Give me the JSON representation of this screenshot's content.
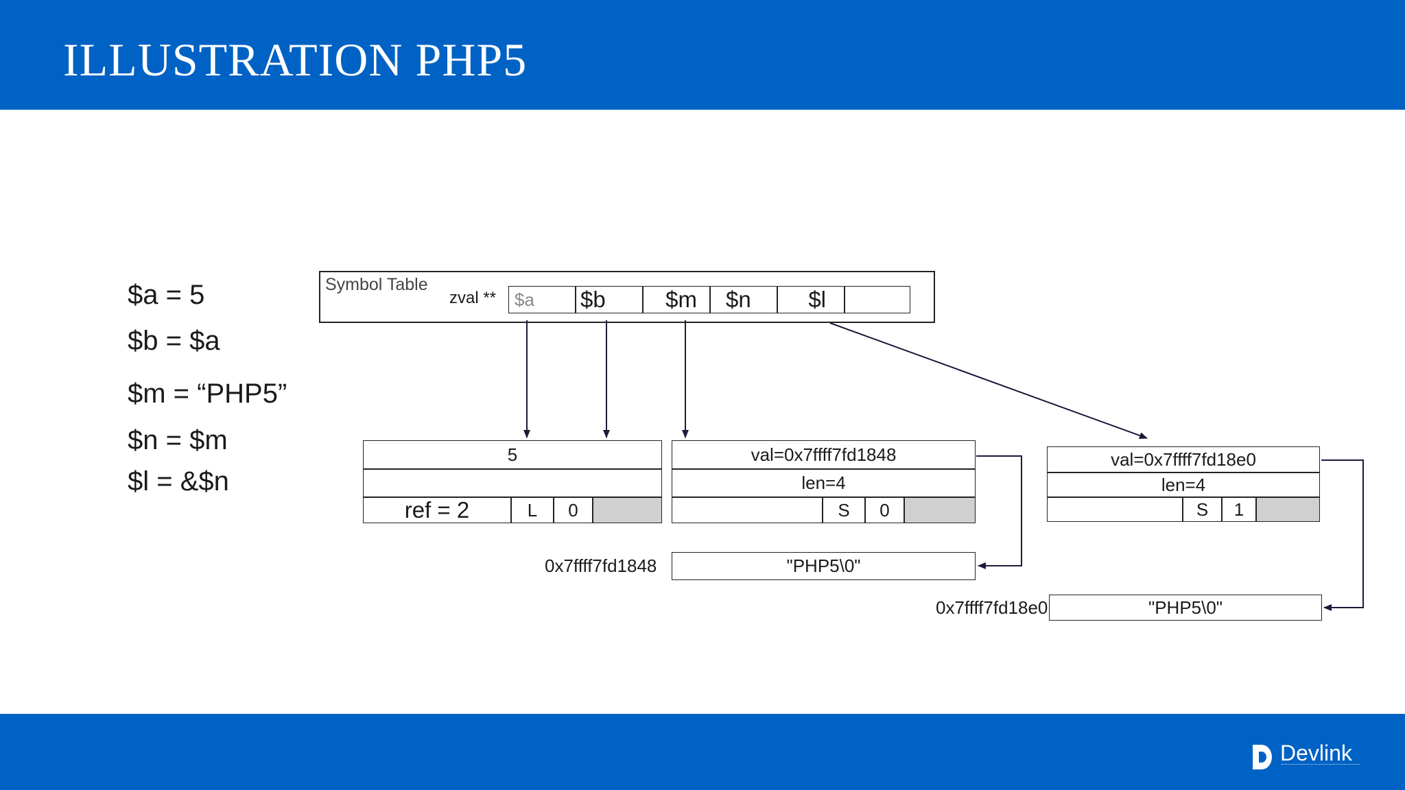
{
  "title": "ILLUSTRATION PHP5",
  "code_lines": [
    "$a = 5",
    "$b = $a",
    "$m = “PHP5”",
    "$n = $m",
    "$l = &$n"
  ],
  "symbol_table": {
    "label": "Symbol Table",
    "zval_label": "zval **",
    "slots": [
      "$a",
      "$b",
      "$m",
      "$n",
      "$l",
      ""
    ]
  },
  "zval_int": {
    "value": "5",
    "row2": "",
    "ref": "ref = 2",
    "type": "L",
    "is_ref": "0"
  },
  "zval_str1": {
    "val": "val=0x7ffff7fd1848",
    "len": "len=4",
    "type": "S",
    "is_ref": "0"
  },
  "zval_str2": {
    "val": "val=0x7ffff7fd18e0",
    "len": "len=4",
    "type": "S",
    "is_ref": "1"
  },
  "str_mem1": {
    "address": "0x7ffff7fd1848",
    "content": "\"PHP5\\0\""
  },
  "str_mem2": {
    "address": "0x7ffff7fd18e0",
    "content": "\"PHP5\\0\""
  },
  "logo": {
    "name": "Devlink"
  },
  "colors": {
    "band": "#0062c4",
    "line": "#1a1a3a",
    "gray_cell": "#d0d0d0"
  }
}
